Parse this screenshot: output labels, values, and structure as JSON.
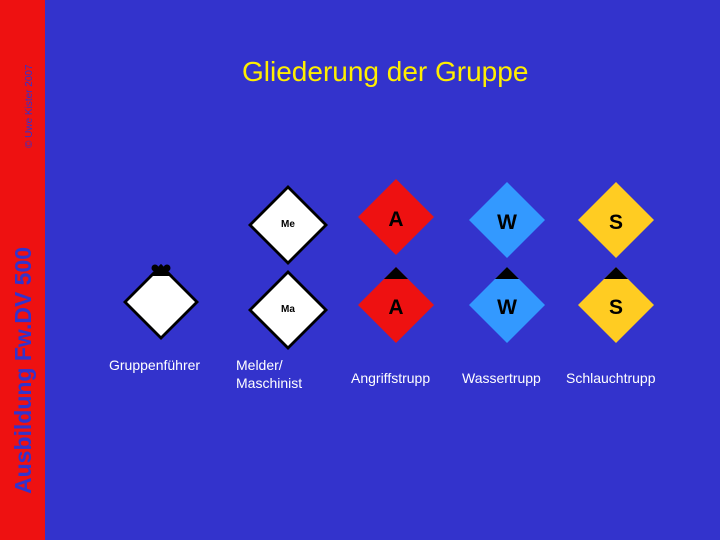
{
  "sidebar": {
    "title": "Ausbildung Fw.DV 500",
    "copyright": "© Uwe Kister 2007"
  },
  "slide": {
    "title": "Gliederung der Gruppe"
  },
  "symbols": {
    "melder": "Me",
    "maschinist": "Ma",
    "angriffstrupp_top": "A",
    "angriffstrupp_bottom": "A",
    "wassertrupp_top": "W",
    "wassertrupp_bottom": "W",
    "schlauchtrupp_top": "S",
    "schlauchtrupp_bottom": "S"
  },
  "captions": {
    "gruppenfuehrer": "Gruppenführer",
    "melder_line1": "Melder/",
    "melder_line2": "Maschinist",
    "angriffstrupp": "Angriffstrupp",
    "wassertrupp": "Wassertrupp",
    "schlauchtrupp": "Schlauchtrupp"
  },
  "colors": {
    "background": "#3333cc",
    "sidebar": "#ee1111",
    "title": "#ffee00",
    "angriffstrupp": "#ee1111",
    "wassertrupp": "#3399ff",
    "schlauchtrupp": "#ffcc22",
    "neutral": "#ffffff"
  }
}
